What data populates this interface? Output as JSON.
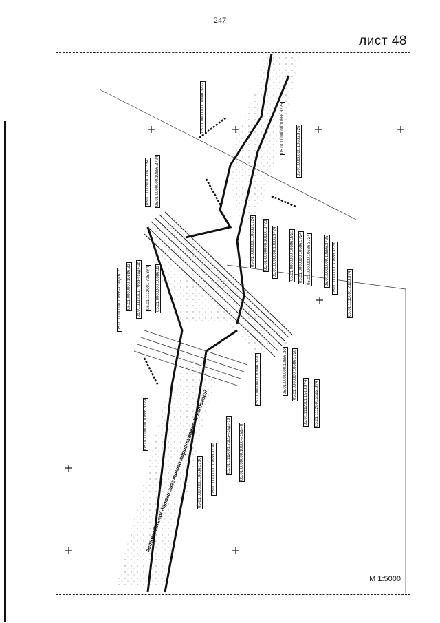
{
  "page": {
    "number": "247",
    "sheet": "лист 48",
    "scale": "М 1:5000"
  },
  "map": {
    "road_label": "автомобільної дороги загального користування III категорії",
    "parcels": [
      "05.01.0000000.10686.3727",
      "05.01.0000000.10686.3725",
      "05.01.0000000.10686.3726",
      "05.01.0000000.10686.3724",
      "05.01.1112001.3167.3Y4",
      "05.01.0000000.10686.3724",
      "05.01.0000000.10686.3723",
      "05.01.0000000.10686.3724",
      "05.01.0000000.10686.3723",
      "05.01.0000000.10686.3724",
      "05.01.0000000.10686.3724",
      "05.01.0000000.10686.3725",
      "05.01.0000000.10686.3725",
      "05.01.1113001.2323.3Y4",
      "05.01.0000000.10686-«сад».617",
      "05.01.0000000.10686.32",
      "05.01.1112001.7665-«сад».18",
      "05.01.1112001.705.3Y4",
      "05.01.0000000.10686.31",
      "05.01.0000000.10686.3720",
      "05.01.0000000.10686.30",
      "05.01.0000000.10686.3728",
      "05.01.1112001.1518.3Y4",
      "05.01.1112001.2522.3Y4",
      "05.01.0000000.10686.3729",
      "05.01.1112001.7665-«сад».13",
      "05.01.0000000.10686-«сад».8",
      "05.01.0000000.10686.3730",
      "05.01.0000000.10686.3730"
    ]
  }
}
